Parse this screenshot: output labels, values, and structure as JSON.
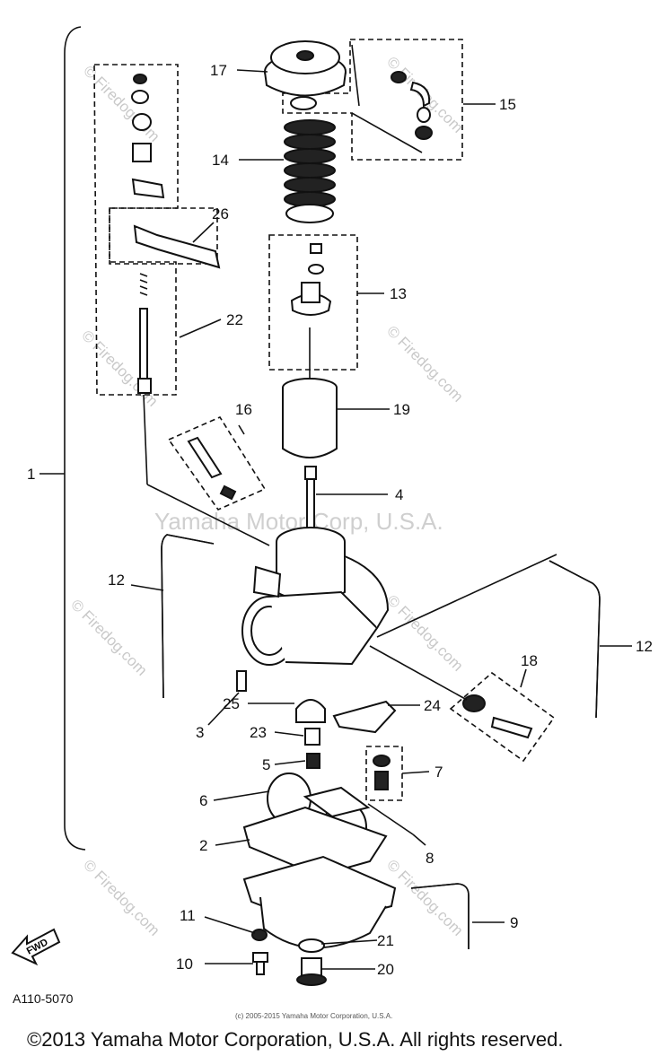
{
  "diagram_code": "A110-5070",
  "fwd_label": "FWD",
  "watermark_center": "Yamaha Motor Corp, U.S.A.",
  "watermark_site": "© Firedog.com",
  "small_copyright": "(c) 2005-2015 Yamaha Motor Corporation, U.S.A.",
  "footer_copyright": "©2013 Yamaha Motor Corporation, U.S.A. All rights reserved.",
  "callouts": [
    "1",
    "2",
    "3",
    "4",
    "5",
    "6",
    "7",
    "8",
    "9",
    "10",
    "11",
    "12",
    "12",
    "13",
    "14",
    "15",
    "16",
    "17",
    "18",
    "19",
    "20",
    "21",
    "22",
    "23",
    "24",
    "25",
    "26"
  ]
}
